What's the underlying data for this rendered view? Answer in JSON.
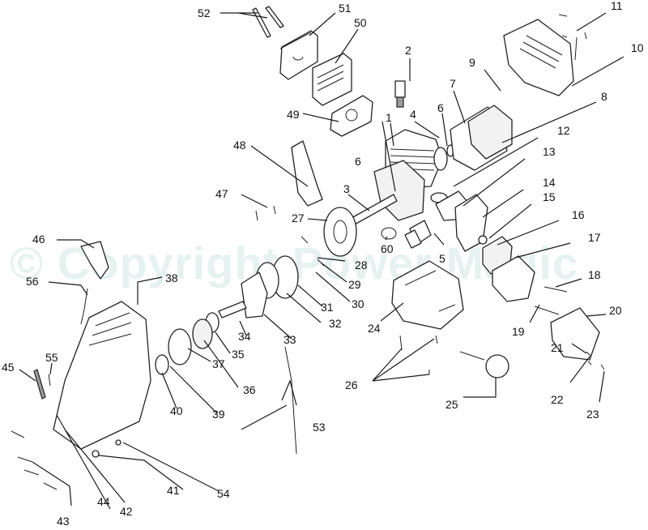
{
  "watermark": "© Copyright Power Magic",
  "callouts": [
    {
      "id": "1",
      "text": "1"
    },
    {
      "id": "2",
      "text": "2"
    },
    {
      "id": "3",
      "text": "3"
    },
    {
      "id": "4",
      "text": "4"
    },
    {
      "id": "5",
      "text": "5"
    },
    {
      "id": "6a",
      "text": "6"
    },
    {
      "id": "6b",
      "text": "6"
    },
    {
      "id": "7",
      "text": "7"
    },
    {
      "id": "8",
      "text": "8"
    },
    {
      "id": "9",
      "text": "9"
    },
    {
      "id": "10",
      "text": "10"
    },
    {
      "id": "11",
      "text": "11"
    },
    {
      "id": "12",
      "text": "12"
    },
    {
      "id": "13",
      "text": "13"
    },
    {
      "id": "14",
      "text": "14"
    },
    {
      "id": "15",
      "text": "15"
    },
    {
      "id": "16",
      "text": "16"
    },
    {
      "id": "17",
      "text": "17"
    },
    {
      "id": "18",
      "text": "18"
    },
    {
      "id": "19",
      "text": "19"
    },
    {
      "id": "20",
      "text": "20"
    },
    {
      "id": "21",
      "text": "21"
    },
    {
      "id": "22",
      "text": "22"
    },
    {
      "id": "23",
      "text": "23"
    },
    {
      "id": "24",
      "text": "24"
    },
    {
      "id": "25",
      "text": "25"
    },
    {
      "id": "26",
      "text": "26"
    },
    {
      "id": "27",
      "text": "27"
    },
    {
      "id": "28",
      "text": "28"
    },
    {
      "id": "29",
      "text": "29"
    },
    {
      "id": "30",
      "text": "30"
    },
    {
      "id": "31",
      "text": "31"
    },
    {
      "id": "32",
      "text": "32"
    },
    {
      "id": "33",
      "text": "33"
    },
    {
      "id": "34",
      "text": "34"
    },
    {
      "id": "35",
      "text": "35"
    },
    {
      "id": "36",
      "text": "36"
    },
    {
      "id": "37",
      "text": "37"
    },
    {
      "id": "38",
      "text": "38"
    },
    {
      "id": "39",
      "text": "39"
    },
    {
      "id": "40",
      "text": "40"
    },
    {
      "id": "41",
      "text": "41"
    },
    {
      "id": "42",
      "text": "42"
    },
    {
      "id": "43",
      "text": "43"
    },
    {
      "id": "44",
      "text": "44"
    },
    {
      "id": "45",
      "text": "45"
    },
    {
      "id": "46",
      "text": "46"
    },
    {
      "id": "47",
      "text": "47"
    },
    {
      "id": "48",
      "text": "48"
    },
    {
      "id": "49",
      "text": "49"
    },
    {
      "id": "50",
      "text": "50"
    },
    {
      "id": "51",
      "text": "51"
    },
    {
      "id": "52",
      "text": "52"
    },
    {
      "id": "53",
      "text": "53"
    },
    {
      "id": "54",
      "text": "54"
    },
    {
      "id": "55",
      "text": "55"
    },
    {
      "id": "56",
      "text": "56"
    },
    {
      "id": "60",
      "text": "60"
    }
  ]
}
